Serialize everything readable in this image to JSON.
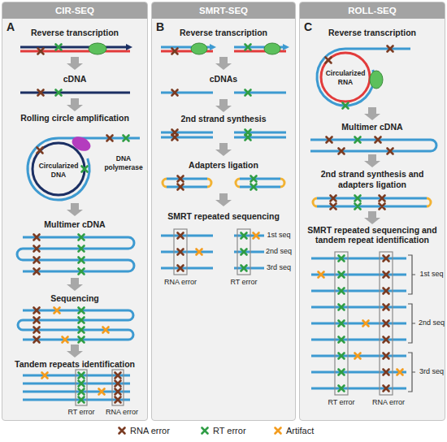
{
  "diagram": {
    "nodes": [
      {
        "text": [
          "A"
        ]
      },
      {
        "text": [
          "CIR-SEQ"
        ],
        "in": 0
      },
      {
        "text": [
          "B"
        ]
      },
      {
        "text": [
          "SMRT-SEQ"
        ],
        "in": 2
      },
      {
        "text": [
          "C"
        ]
      },
      {
        "text": [
          "ROLL-SEQ"
        ],
        "in": 4
      }
    ],
    "labels": [
      "Reverse transcription",
      "cDNA",
      "Rolling circle amplification",
      "Circularized DNA",
      "DNA polymerase",
      "Multimer cDNA",
      "Sequencing",
      "Tandem repeats identification",
      "RT error",
      "RNA error",
      "Reverse transcription",
      "cDNAs",
      "2nd strand synthesis",
      "Adapters ligation",
      "SMRT repeated sequencing",
      "1st seq",
      "2nd seq",
      "3rd seq",
      "RNA error",
      "RT error",
      "Reverse transcription",
      "Circularized RNA",
      "Multimer cDNA",
      "2nd strand synthesis and adapters ligation",
      "SMRT repeated sequencing and tandem repeat identification",
      "1st seq",
      "2nd seq",
      "3rd seq",
      "RT error",
      "RNA error"
    ],
    "legend": [
      {
        "text": "RNA error"
      },
      {
        "text": "RT error"
      },
      {
        "text": "Artifact"
      }
    ]
  }
}
